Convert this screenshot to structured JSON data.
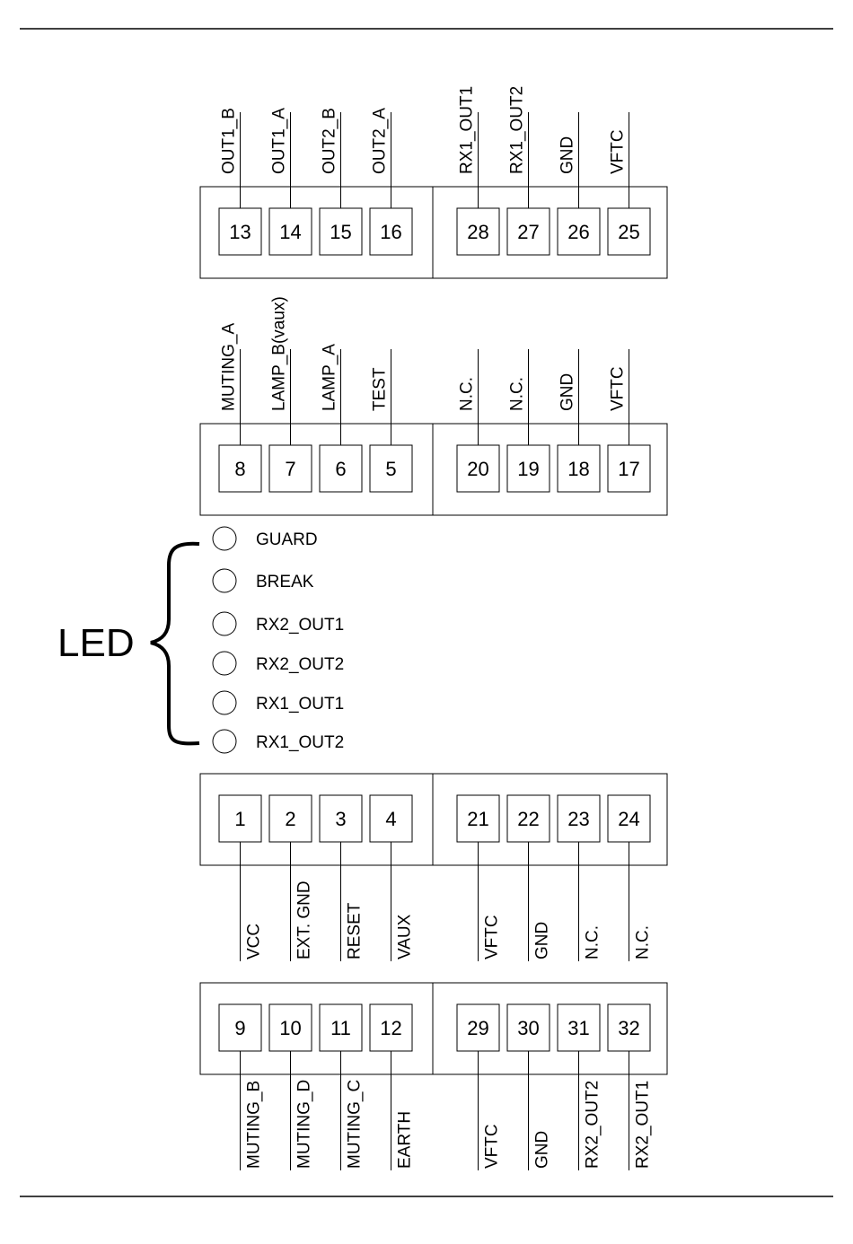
{
  "connectors": [
    {
      "id": "block-1",
      "left_pins": [
        "13",
        "14",
        "15",
        "16"
      ],
      "right_pins": [
        "28",
        "27",
        "26",
        "25"
      ],
      "left_signals": [
        "OUT1_B",
        "OUT1_A",
        "OUT2_B",
        "OUT2_A"
      ],
      "right_signals": [
        "RX1_OUT1",
        "RX1_OUT2",
        "GND",
        "VFTC"
      ],
      "signals_side": "top"
    },
    {
      "id": "block-2",
      "left_pins": [
        "8",
        "7",
        "6",
        "5"
      ],
      "right_pins": [
        "20",
        "19",
        "18",
        "17"
      ],
      "left_signals": [
        "MUTING_A",
        "LAMP_B(vaux)",
        "LAMP_A",
        "TEST"
      ],
      "right_signals": [
        "N.C.",
        "N.C.",
        "GND",
        "VFTC"
      ],
      "signals_side": "top"
    },
    {
      "id": "block-3",
      "left_pins": [
        "1",
        "2",
        "3",
        "4"
      ],
      "right_pins": [
        "21",
        "22",
        "23",
        "24"
      ],
      "left_signals": [
        "VCC",
        "EXT. GND",
        "RESET",
        "VAUX"
      ],
      "right_signals": [
        "VFTC",
        "GND",
        "N.C.",
        "N.C."
      ],
      "signals_side": "bottom"
    },
    {
      "id": "block-4",
      "left_pins": [
        "9",
        "10",
        "11",
        "12"
      ],
      "right_pins": [
        "29",
        "30",
        "31",
        "32"
      ],
      "left_signals": [
        "MUTING_B",
        "MUTING_D",
        "MUTING_C",
        "EARTH"
      ],
      "right_signals": [
        "VFTC",
        "GND",
        "RX2_OUT2",
        "RX2_OUT1"
      ],
      "signals_side": "bottom"
    }
  ],
  "leds": {
    "title": "LED",
    "items": [
      "GUARD",
      "BREAK",
      "RX2_OUT1",
      "RX2_OUT2",
      "RX1_OUT1",
      "RX1_OUT2"
    ]
  }
}
